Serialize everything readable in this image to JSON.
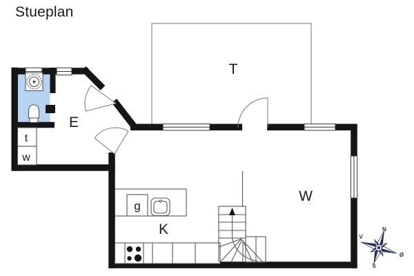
{
  "title": "Stueplan",
  "plan": {
    "rooms": {
      "terrace": "T",
      "hall": "E",
      "living_room": "W",
      "kitchen": "K",
      "closet_t": "t",
      "closet_w": "w",
      "appliance_g": "g"
    },
    "compass": {
      "north": "N",
      "west": "V",
      "east": "Ø",
      "south": "S"
    },
    "colors": {
      "wall": "#161616",
      "bathroom_fill": "#b7d3f2",
      "compass_navy": "#25305c",
      "outline": "#555555",
      "window_frame": "#333333",
      "door_arc": "#777777"
    }
  }
}
